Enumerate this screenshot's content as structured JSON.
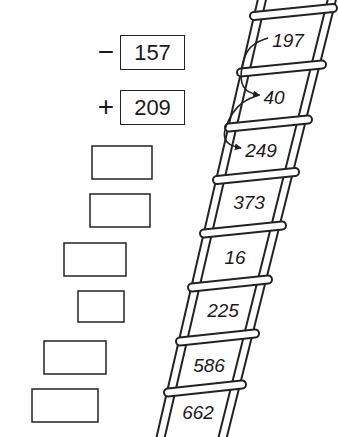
{
  "diagram": {
    "nodes": [
      {
        "text": [
          "−",
          "157"
        ]
      },
      {
        "text": [
          "+",
          "209"
        ]
      },
      {
        "text": [
          "197"
        ]
      },
      {
        "text": [
          "40"
        ]
      },
      {
        "text": [
          "249"
        ]
      },
      {
        "text": [
          "373"
        ]
      },
      {
        "text": [
          "16"
        ]
      },
      {
        "text": [
          "225"
        ]
      },
      {
        "text": [
          "586"
        ]
      },
      {
        "text": [
          "662"
        ]
      }
    ],
    "edges": [
      {
        "from": 2,
        "to": 3,
        "arrow": "to"
      },
      {
        "from": 3,
        "to": 4,
        "arrow": "to"
      }
    ]
  }
}
